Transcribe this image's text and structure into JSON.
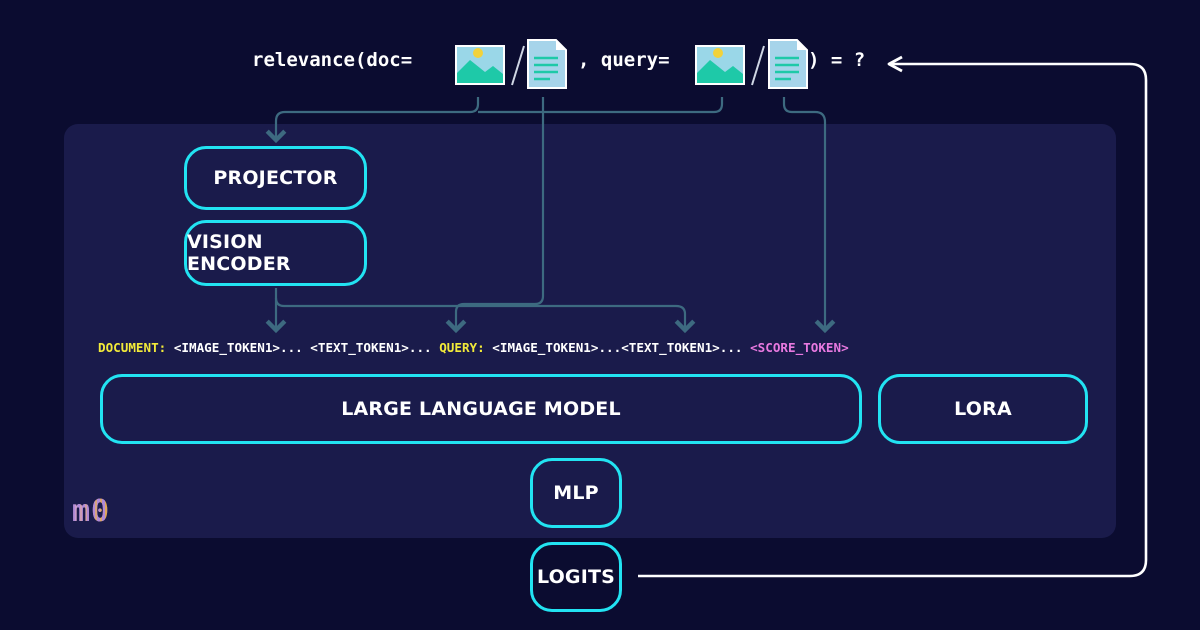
{
  "formula": {
    "prefix": "relevance(doc=",
    "separator": ", query=",
    "suffix": ") = ?",
    "slash": "/"
  },
  "icons": {
    "image": "image-icon",
    "document": "document-icon"
  },
  "boxes": {
    "projector": "PROJECTOR",
    "vision_encoder": "VISION ENCODER",
    "llm": "LARGE LANGUAGE MODEL",
    "lora": "LORA",
    "mlp": "MLP",
    "logits": "LOGITS"
  },
  "tokens": {
    "document_label": "DOCUMENT:",
    "doc_tokens": " <IMAGE_TOKEN1>... <TEXT_TOKEN1>... ",
    "query_label": "QUERY:",
    "query_tokens": " <IMAGE_TOKEN1>...<TEXT_TOKEN1>... ",
    "score_token": "<SCORE_TOKEN>"
  },
  "logo": "m0",
  "colors": {
    "background": "#0b0c30",
    "panel": "#1a1b4b",
    "box_border": "#22e3f2",
    "wire": "#3d6a80",
    "label_yellow": "#f2ea3a",
    "label_pink": "#e879e0",
    "image_icon": "#1ec9a8",
    "document_icon": "#a6d4ea"
  }
}
